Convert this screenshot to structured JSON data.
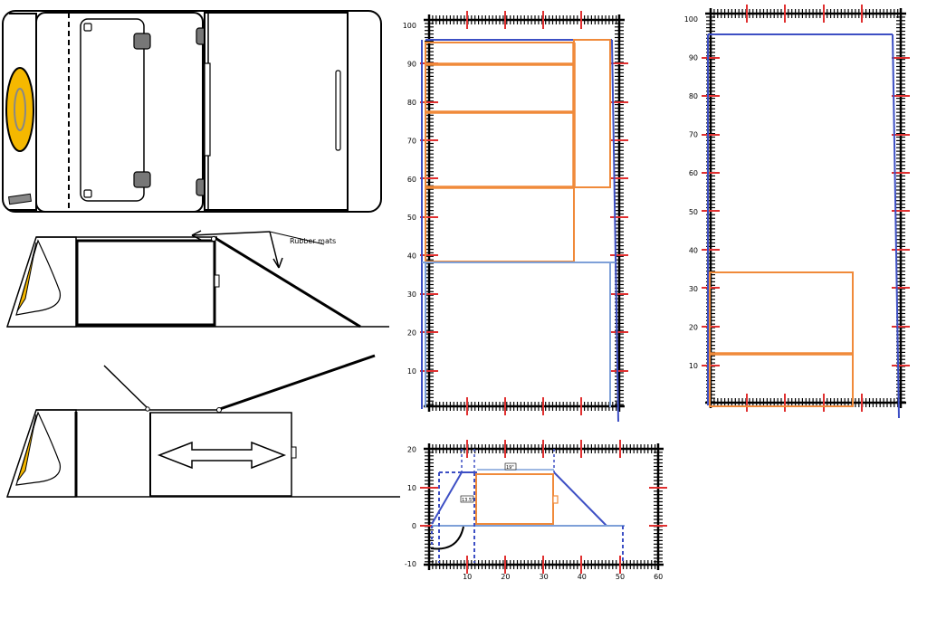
{
  "annotations": {
    "rubber_mats": "Rubber mats",
    "dim_19": "19\"",
    "dim_13_5": "13.5\""
  },
  "grid_left": {
    "y_ticks": [
      "100",
      "90",
      "80",
      "70",
      "60",
      "50",
      "40",
      "30",
      "20",
      "10"
    ]
  },
  "grid_right": {
    "y_ticks": [
      "100",
      "90",
      "80",
      "70",
      "60",
      "50",
      "40",
      "30",
      "20",
      "10"
    ]
  },
  "grid_bottom": {
    "y_ticks": [
      "20",
      "10",
      "0",
      "-10"
    ],
    "x_ticks": [
      "10",
      "20",
      "30",
      "40",
      "50",
      "60"
    ]
  },
  "colors": {
    "outline": "#000000",
    "orange": "#f08a3a",
    "blue": "#3d4fc4",
    "light_blue": "#7ea0d8",
    "red_tick": "#e03030",
    "yellow": "#f5b800"
  }
}
